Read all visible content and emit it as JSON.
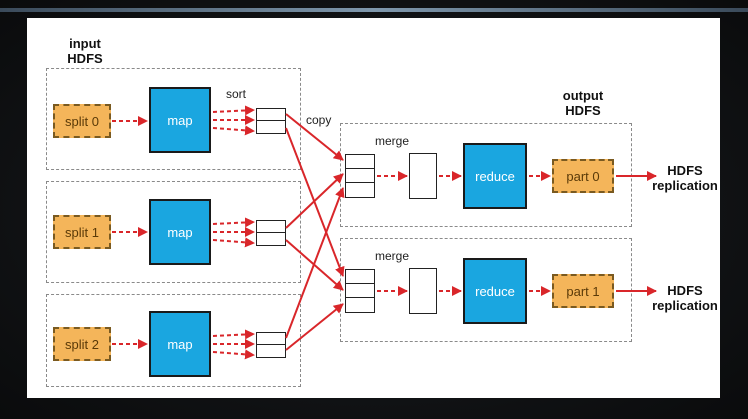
{
  "input_label": {
    "line1": "input",
    "line2": "HDFS"
  },
  "output_label": {
    "line1": "output",
    "line2": "HDFS"
  },
  "sort_label": "sort",
  "copy_label": "copy",
  "merge_label": "merge",
  "map_label": "map",
  "reduce_label": "reduce",
  "splits": [
    "split 0",
    "split 1",
    "split 2"
  ],
  "parts": [
    "part 0",
    "part 1"
  ],
  "replication": {
    "line1": "HDFS",
    "line2": "replication"
  },
  "colors": {
    "split_fill": "#f4b55a",
    "op_fill": "#1aa6e0",
    "arrow": "#d9262a"
  }
}
